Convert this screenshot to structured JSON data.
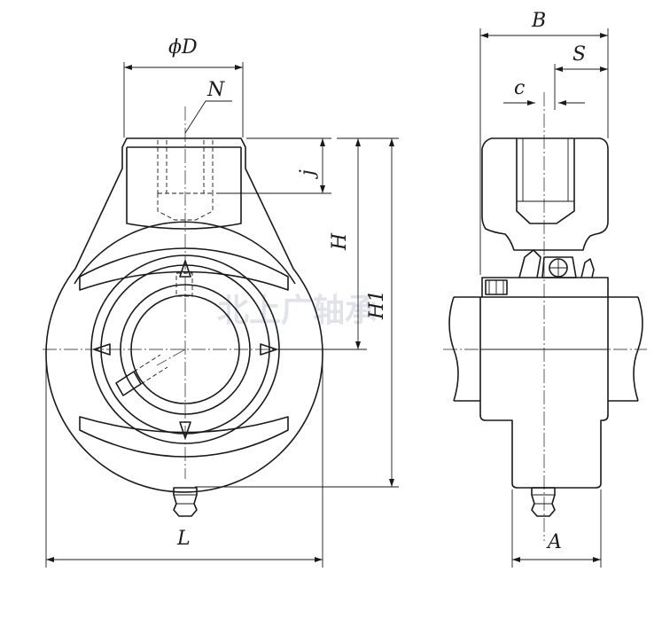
{
  "drawing": {
    "watermark": "北上广轴承",
    "front_view": {
      "labels": {
        "diameter_D": "ϕD",
        "N": "N",
        "j": "j",
        "H": "H",
        "H1": "H1",
        "L": "L"
      }
    },
    "side_view": {
      "labels": {
        "B": "B",
        "S": "S",
        "c": "c",
        "A": "A"
      }
    }
  }
}
